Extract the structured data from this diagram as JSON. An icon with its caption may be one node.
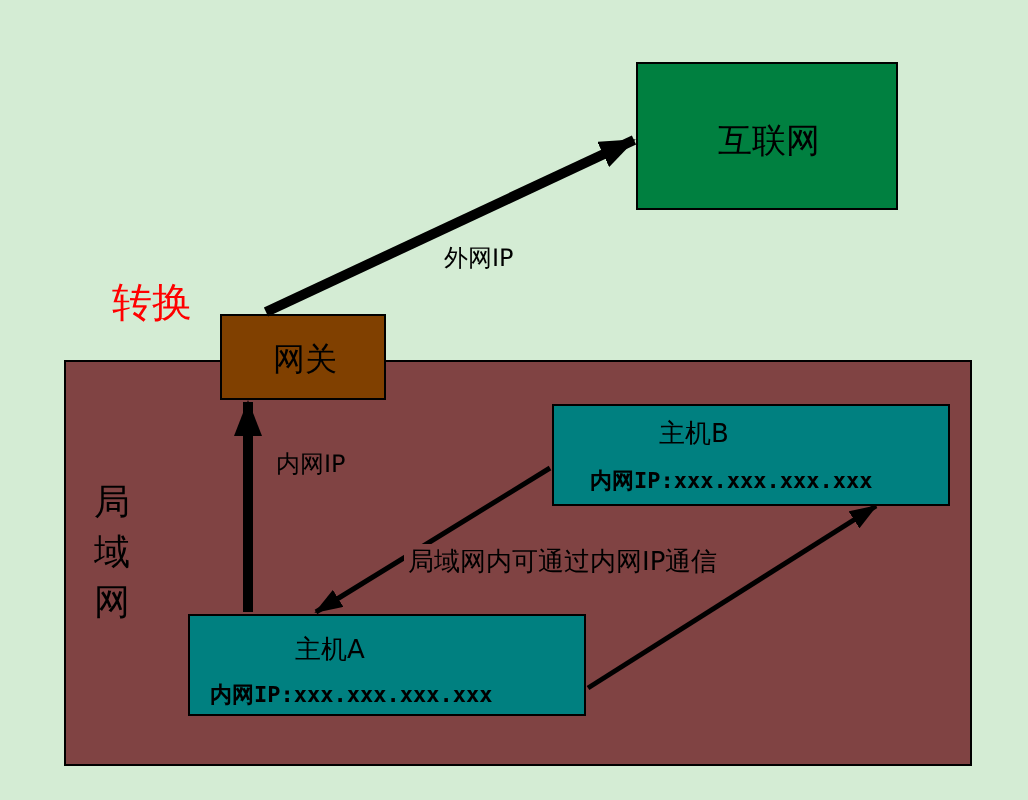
{
  "diagram": {
    "nodes": [
      {
        "text": [
          "互联网"
        ]
      },
      {
        "text": [
          "网关"
        ]
      },
      {
        "text": [
          "局域网"
        ]
      },
      {
        "text": [
          "主机B",
          "内网IP:xxx.xxx.xxx.xxx"
        ],
        "in": 2
      },
      {
        "text": [
          "主机A",
          "内网IP:xxx.xxx.xxx.xxx"
        ],
        "in": 2
      }
    ],
    "edges": [
      {
        "from": 1,
        "to": 0,
        "arrow": "to",
        "label": "外网IP",
        "style": "thick"
      },
      {
        "from": 4,
        "to": 1,
        "arrow": "to",
        "label": "内网IP",
        "style": "thick"
      },
      {
        "from": 3,
        "to": 4,
        "arrow": "to",
        "label": "局域网内可通过内网IP通信"
      },
      {
        "from": 4,
        "to": 3,
        "arrow": "to"
      }
    ],
    "labels": [
      "转换"
    ]
  }
}
